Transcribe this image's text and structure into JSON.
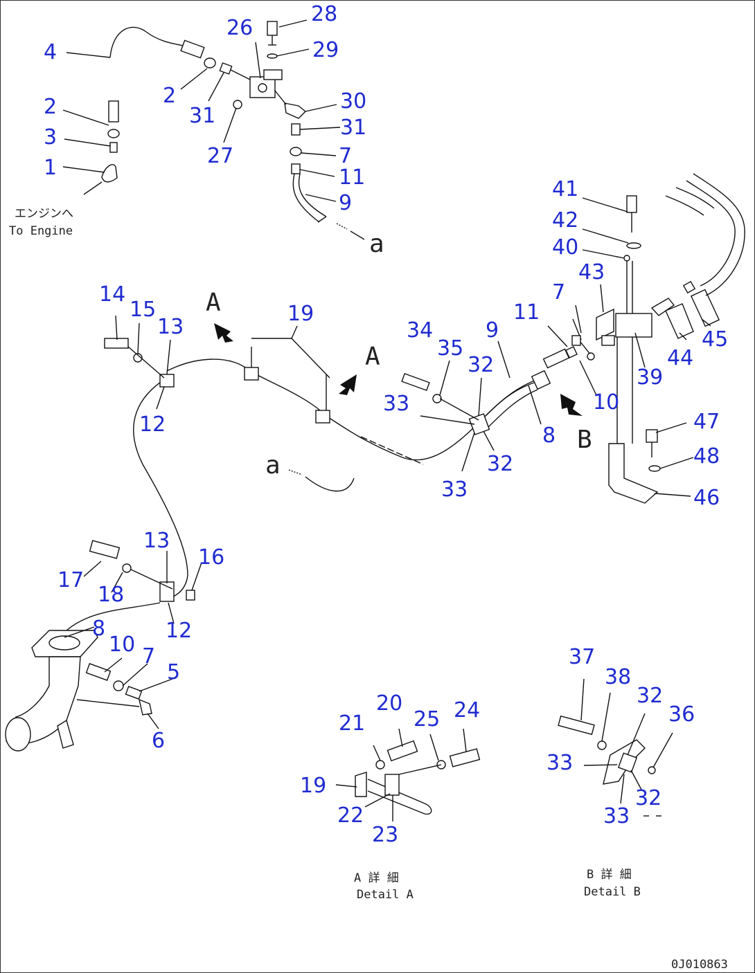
{
  "diagram": {
    "drawing_number": "0J010863",
    "text_labels": {
      "to_engine_jp": "エンジンへ",
      "to_engine_en": "To Engine",
      "detail_a_jp": "A 詳 細",
      "detail_a_en": "Detail A",
      "detail_b_jp": "B 詳 細",
      "detail_b_en": "Detail B",
      "view_a": "A",
      "view_b": "B",
      "link_a": "a"
    },
    "callouts": [
      "28",
      "26",
      "29",
      "4",
      "2",
      "31",
      "30",
      "27",
      "2",
      "3",
      "1",
      "31",
      "7",
      "11",
      "9",
      "41",
      "42",
      "40",
      "43",
      "7",
      "11",
      "14",
      "15",
      "13",
      "19",
      "9",
      "44",
      "45",
      "39",
      "34",
      "35",
      "32",
      "33",
      "12",
      "32",
      "8",
      "10",
      "33",
      "47",
      "48",
      "46",
      "13",
      "16",
      "17",
      "18",
      "12",
      "8",
      "10",
      "7",
      "5",
      "6",
      "37",
      "38",
      "32",
      "36",
      "20",
      "21",
      "25",
      "24",
      "33",
      "19",
      "32",
      "22",
      "33",
      "23"
    ],
    "colors": {
      "callout": "#1f2bd0",
      "line": "#111111"
    }
  }
}
